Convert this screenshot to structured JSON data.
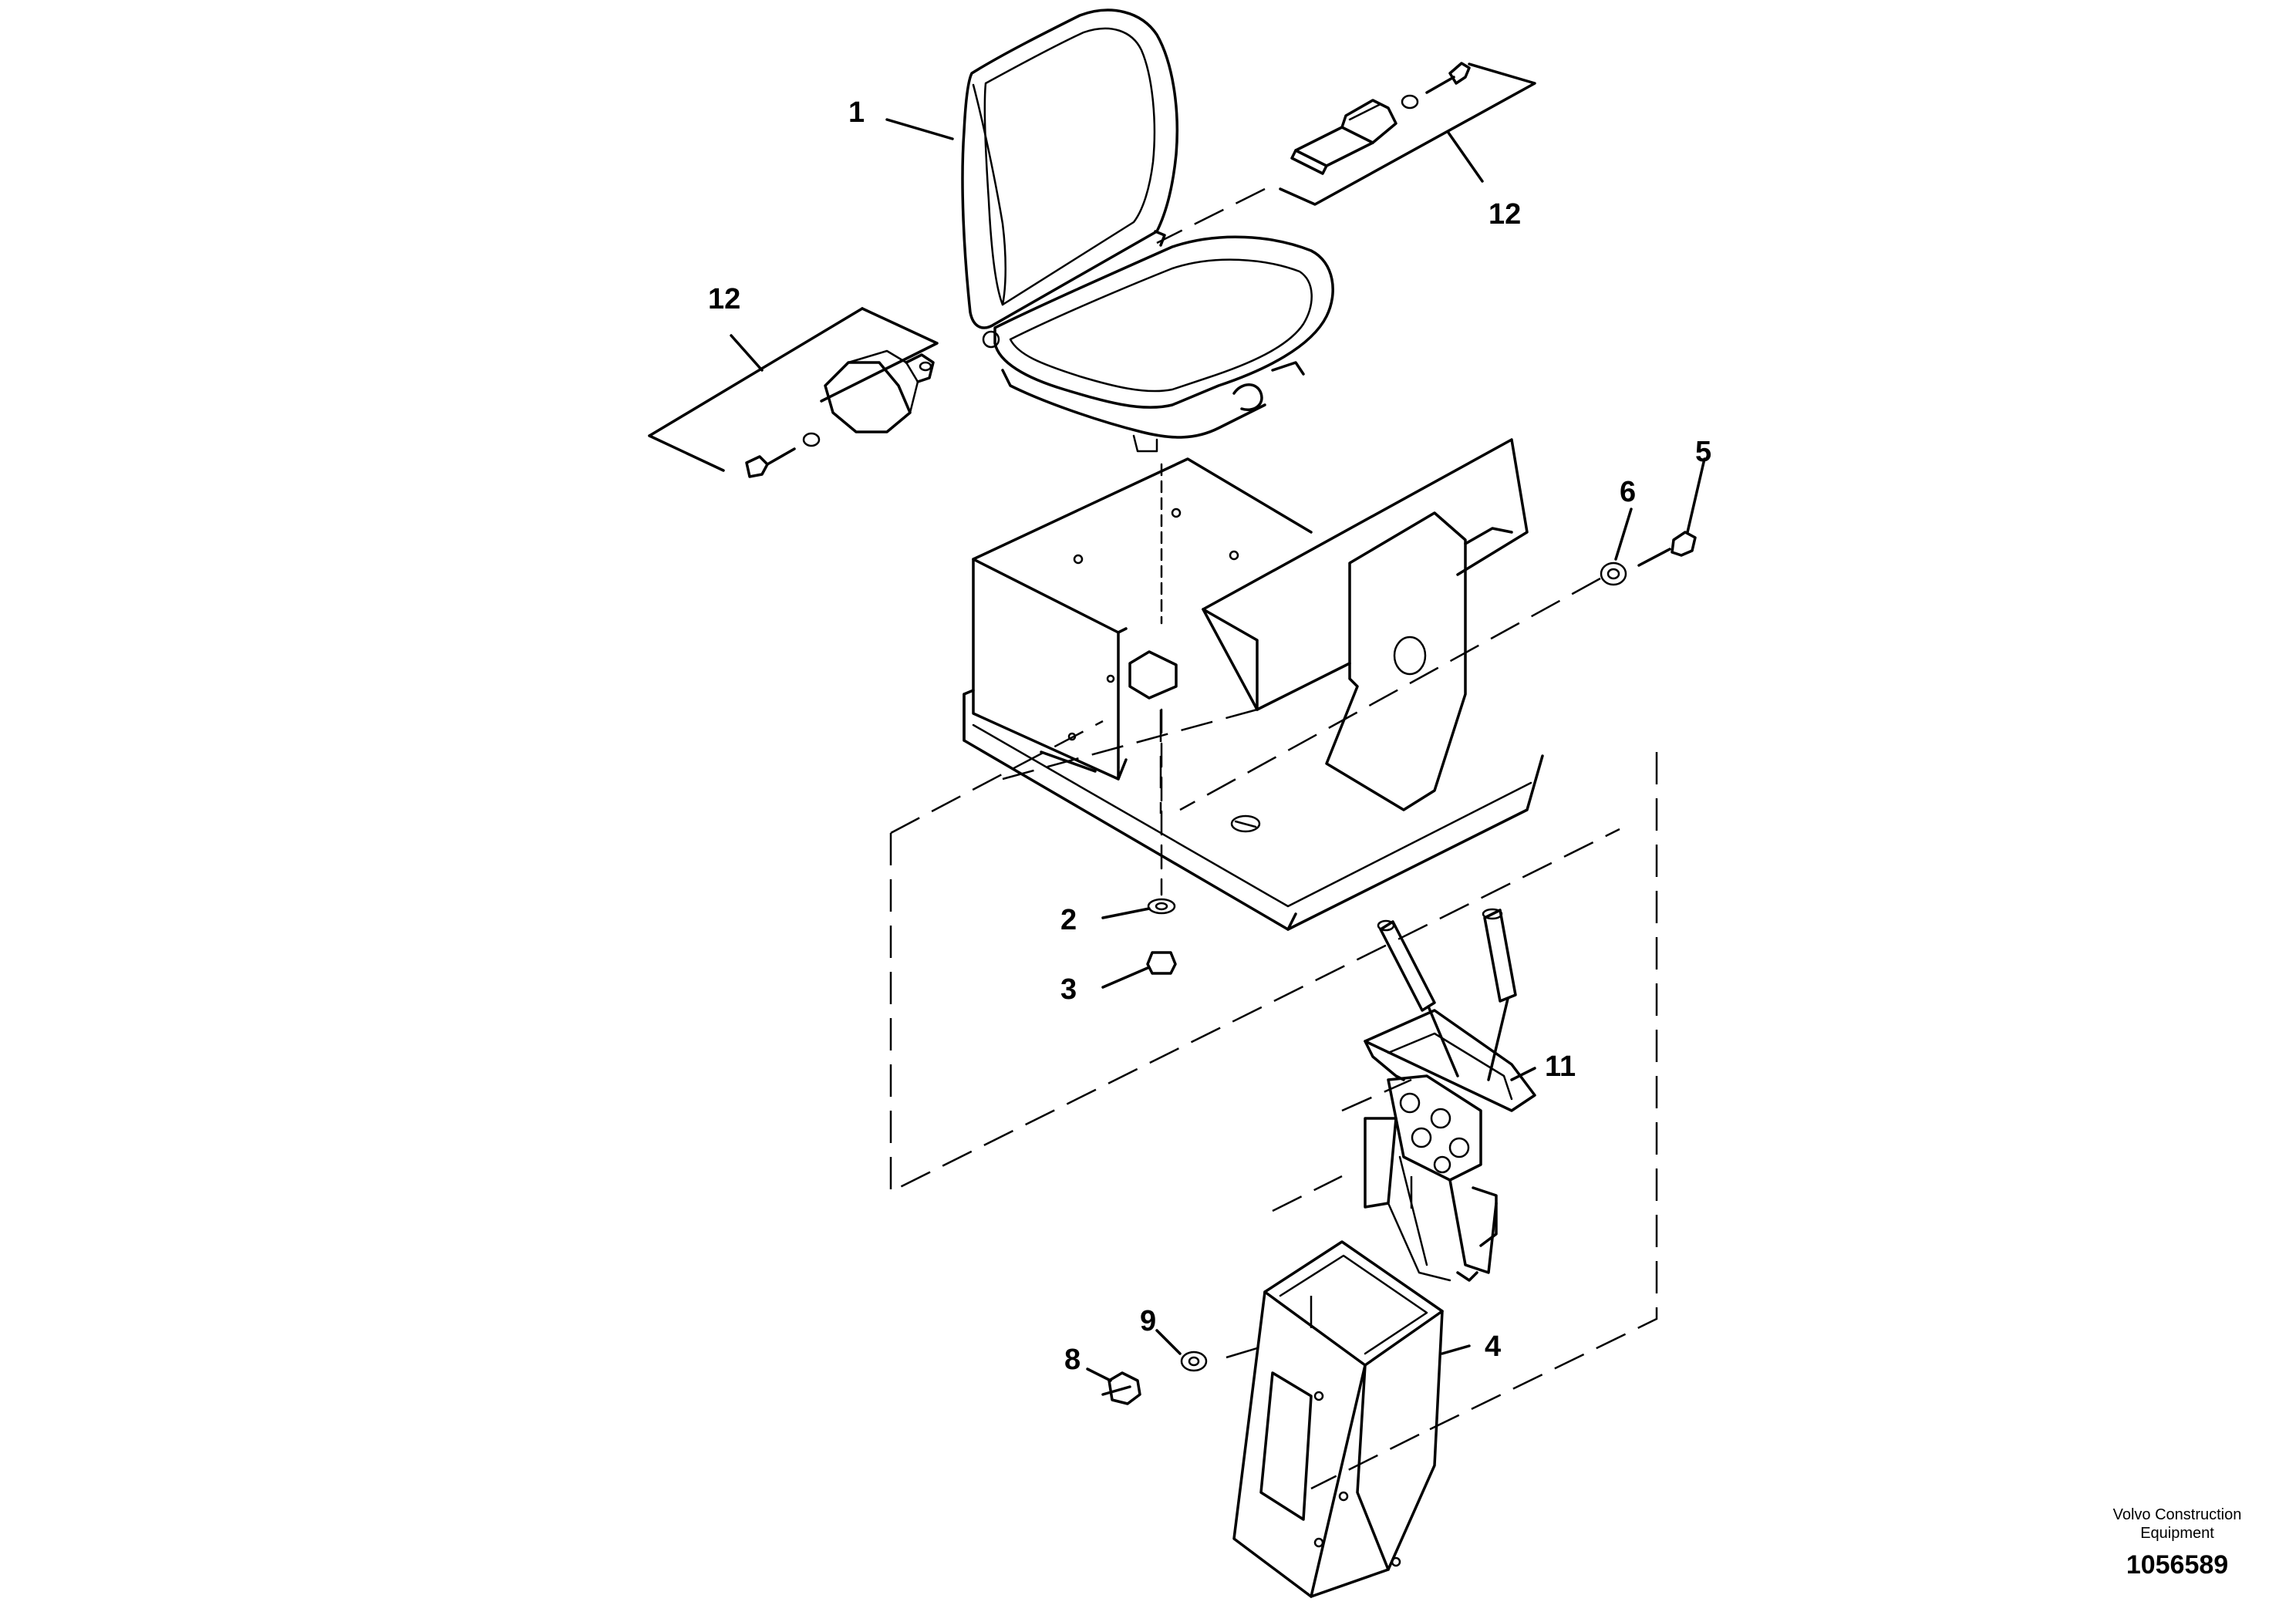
{
  "callouts": {
    "c1": "1",
    "c2": "2",
    "c3": "3",
    "c4": "4",
    "c5": "5",
    "c6": "6",
    "c8": "8",
    "c9": "9",
    "c11": "11",
    "c12a": "12",
    "c12b": "12"
  },
  "footer": {
    "brand_line1": "Volvo Construction",
    "brand_line2": "Equipment",
    "drawing_number": "1056589"
  }
}
